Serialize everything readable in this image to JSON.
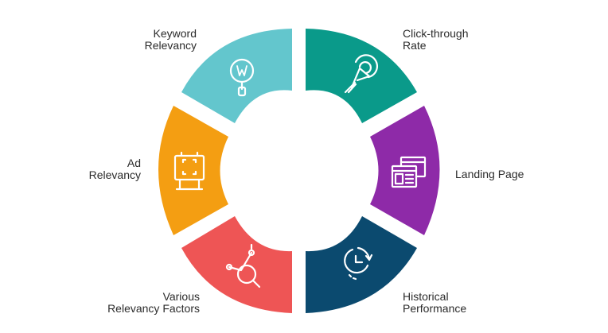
{
  "segments": [
    {
      "id": "keyword",
      "lines": [
        "Keyword",
        "Relevancy"
      ],
      "color": "#63c6cd",
      "icon": "magnifier-w-icon"
    },
    {
      "id": "ctr",
      "lines": [
        "Click-through",
        "Rate"
      ],
      "color": "#0a9a8a",
      "icon": "cursor-click-icon"
    },
    {
      "id": "landing",
      "lines": [
        "Landing Page"
      ],
      "color": "#8e2aa8",
      "icon": "web-pages-icon"
    },
    {
      "id": "historical",
      "lines": [
        "Historical",
        "Performance"
      ],
      "color": "#0b4a6f",
      "icon": "pie-history-icon"
    },
    {
      "id": "various",
      "lines": [
        "Various",
        "Relevancy Factors"
      ],
      "color": "#ee5555",
      "icon": "magnifier-chart-icon"
    },
    {
      "id": "ad",
      "lines": [
        "Ad",
        "Relevancy"
      ],
      "color": "#f49e12",
      "icon": "billboard-icon"
    }
  ]
}
